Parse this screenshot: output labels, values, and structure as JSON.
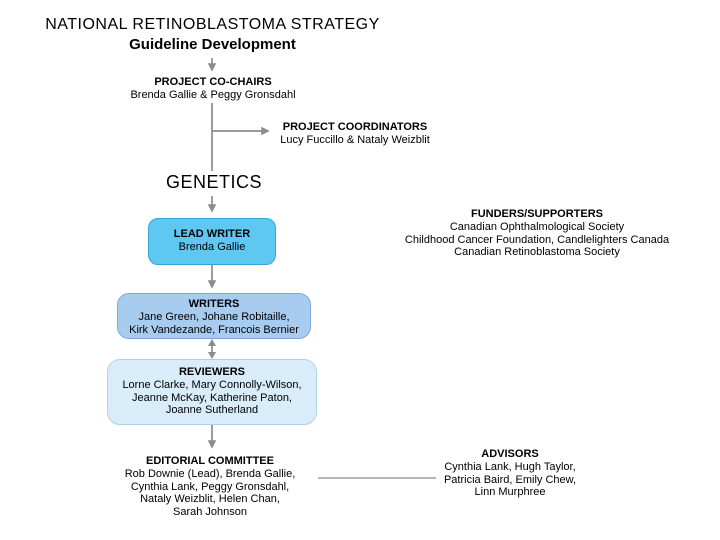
{
  "title": {
    "line1": "NATIONAL RETINOBLASTOMA STRATEGY",
    "line2": "Guideline Development"
  },
  "nodes": {
    "co_chairs": {
      "heading": "PROJECT CO-CHAIRS",
      "names": "Brenda Gallie & Peggy Gronsdahl"
    },
    "coordinators": {
      "heading": "PROJECT COORDINATORS",
      "names": "Lucy Fuccillo & Nataly Weizblit"
    },
    "genetics": {
      "heading": "GENETICS"
    },
    "lead_writer": {
      "heading": "LEAD WRITER",
      "names": "Brenda Gallie"
    },
    "funders": {
      "heading": "FUNDERS/SUPPORTERS",
      "lines": [
        "Canadian Ophthalmological Society",
        "Childhood Cancer Foundation, Candlelighters Canada",
        "Canadian Retinoblastoma Society"
      ]
    },
    "writers": {
      "heading": "WRITERS",
      "lines": [
        "Jane Green, Johane Robitaille,",
        "Kirk Vandezande, Francois Bernier"
      ]
    },
    "reviewers": {
      "heading": "REVIEWERS",
      "lines": [
        "Lorne Clarke, Mary Connolly-Wilson,",
        "Jeanne McKay, Katherine Paton,",
        "Joanne Sutherland"
      ]
    },
    "editorial": {
      "heading": "EDITORIAL COMMITTEE",
      "lines": [
        "Rob Downie (Lead), Brenda Gallie,",
        "Cynthia Lank, Peggy Gronsdahl,",
        "Nataly Weizblit, Helen Chan,",
        "Sarah Johnson"
      ]
    },
    "advisors": {
      "heading": "ADVISORS",
      "lines": [
        "Cynthia Lank, Hugh Taylor,",
        "Patricia Baird, Emily Chew,",
        "Linn Murphree"
      ]
    }
  },
  "colors": {
    "lead_writer_fill": "#5EC7F2",
    "lead_writer_border": "#38A3D8",
    "writers_fill": "#A8CCF0",
    "writers_border": "#7FA8D8",
    "reviewers_fill": "#D9ECF9",
    "reviewers_border": "#AFD2E8",
    "connector": "#8C8C8C",
    "text": "#000000"
  }
}
